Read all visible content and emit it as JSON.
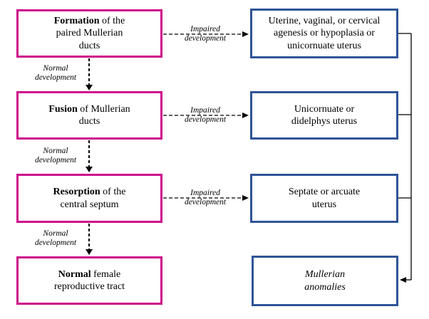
{
  "palette": {
    "pink_border": "#cd0a8c",
    "blue_border": "#2f5496",
    "line_color": "#000000",
    "text_color": "#000000"
  },
  "flowchart": {
    "left_column": [
      {
        "lead": "Formation",
        "rest": " of the\npaired Mullerian\nducts"
      },
      {
        "lead": "Fusion",
        "rest": " of Mullerian\nducts"
      },
      {
        "lead": "Resorption",
        "rest": " of the\ncentral septum"
      },
      {
        "lead": "Normal",
        "rest": " female\nreproductive tract"
      }
    ],
    "right_column": [
      {
        "text": "Uterine, vaginal, or cervical\nagenesis or hypoplasia or\nunicornuate uterus"
      },
      {
        "text": "Unicornuate or\ndidelphys uterus"
      },
      {
        "text": "Septate or arcuate\nuterus"
      },
      {
        "text": "Mullerian\nanomalies"
      }
    ],
    "edge_labels": {
      "normal": "Normal\ndevelopment",
      "impaired": "Impaired\ndevelopment"
    }
  }
}
